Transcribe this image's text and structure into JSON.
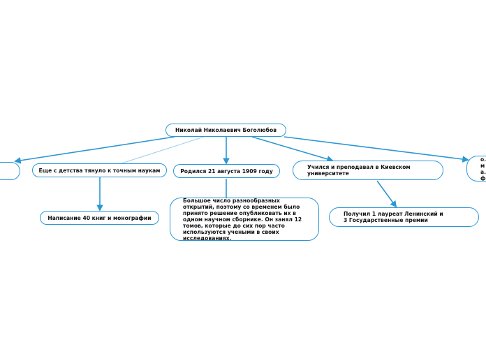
{
  "mindmap": {
    "root": {
      "text": "Николай Николаевич Боголюбов"
    },
    "branches": {
      "childhood": {
        "text": "Еще с детства тянуло к точным наукам"
      },
      "born": {
        "text": "Родился 21 августа 1909 году"
      },
      "kiev": {
        "text": "Учился и преподавал в Киевском университете"
      },
      "right_cut": {
        "text": "Со... ма... фи..."
      }
    },
    "leaves": {
      "books": {
        "text": "Написание 40 книг и монографии"
      },
      "works": {
        "text": "Большое число разнообразных открытий, поэтому со временем было принято решение опубликовать их в одном научном сборнике. Он занял 12 томов, которые до сих пор часто используются учеными в своих исследованиях."
      },
      "prizes": {
        "text": "Получил 1 лауреат Ленинский и 3 Государственные премии"
      }
    },
    "colors": {
      "link": "#2b97d3",
      "link_light": "#9fcde9",
      "node_border": "#2b97d3",
      "text": "#111111",
      "background": "#ffffff"
    }
  }
}
